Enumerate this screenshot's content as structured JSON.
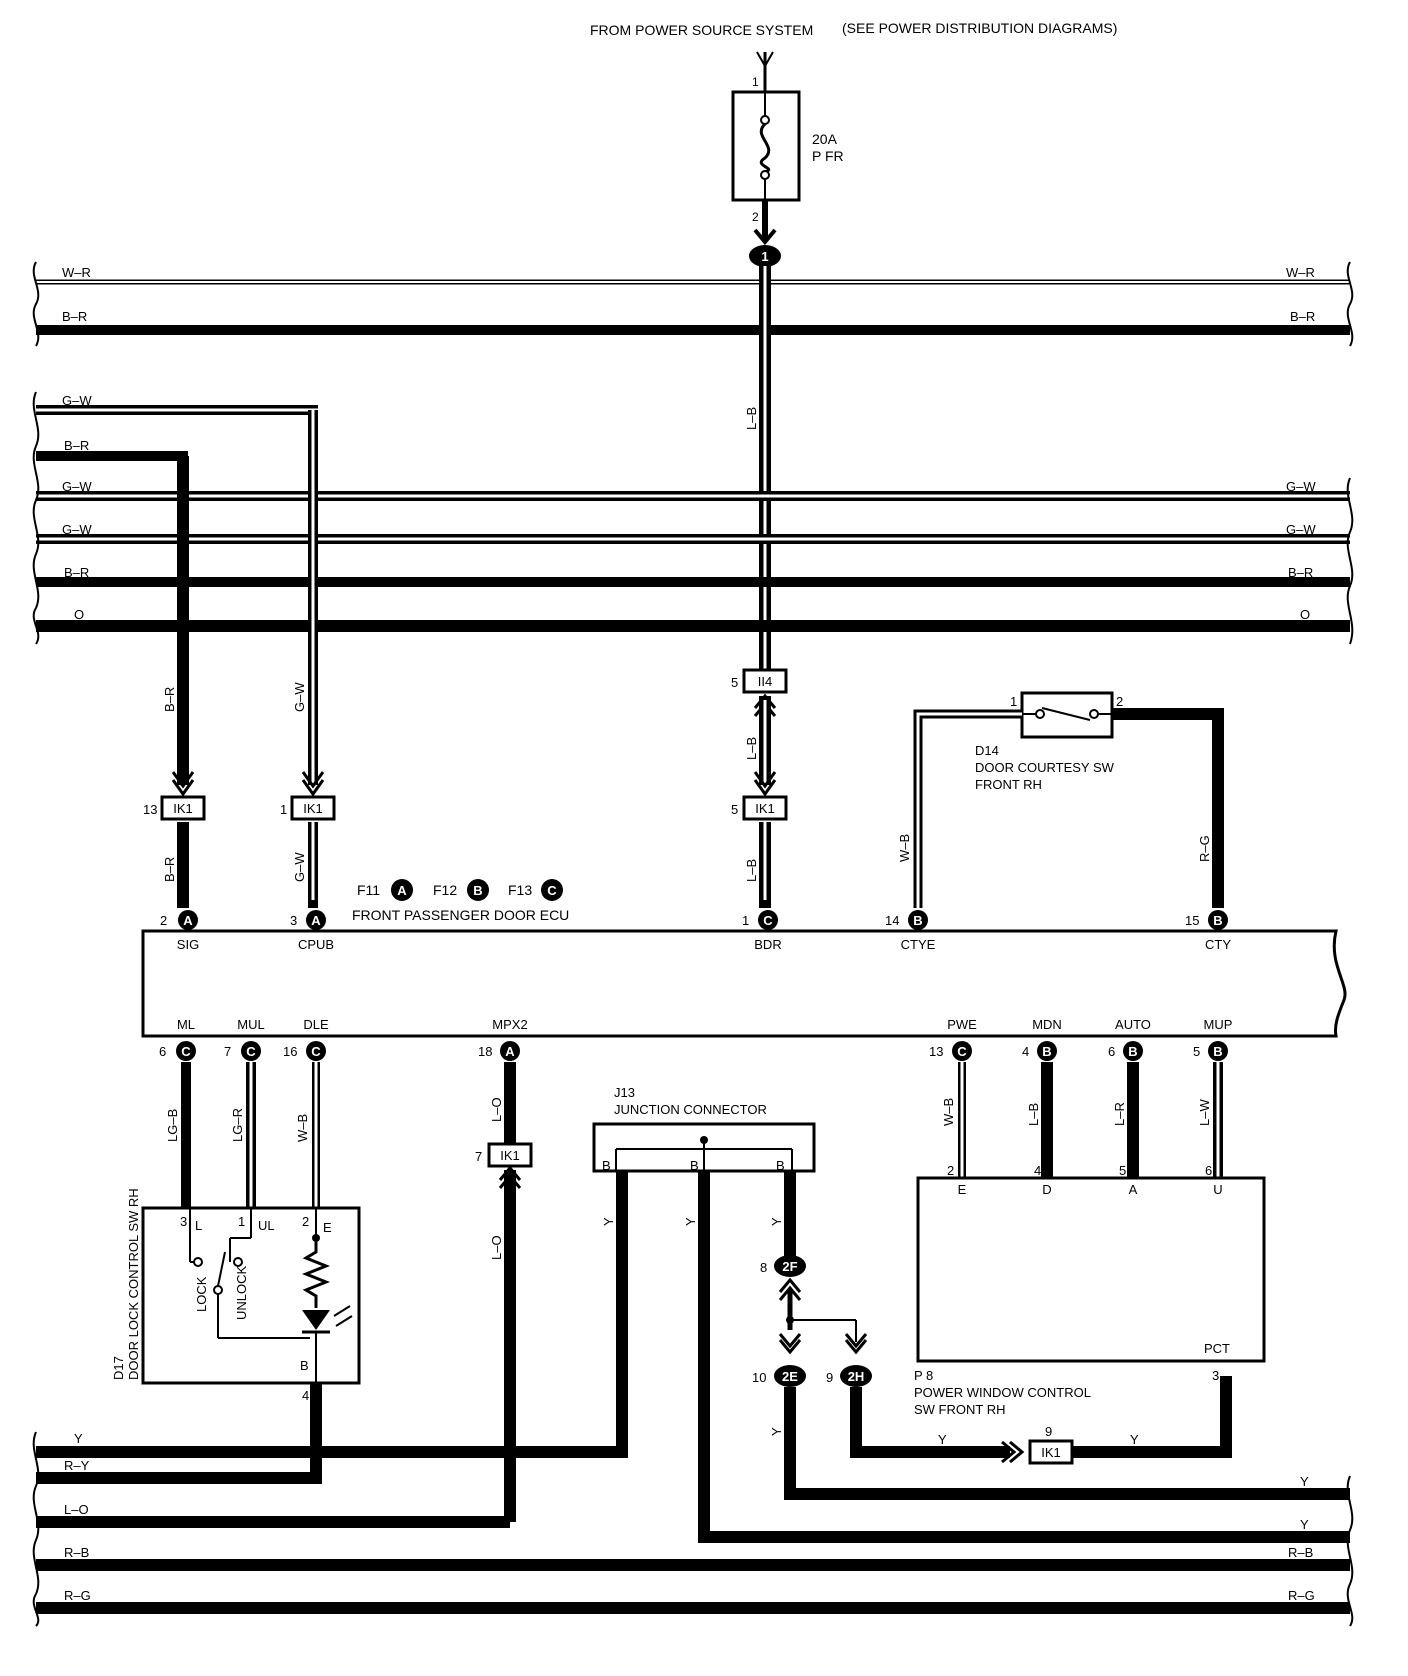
{
  "header": {
    "source_text": "FROM POWER SOURCE SYSTEM",
    "source_note": "(SEE POWER DISTRIBUTION DIAGRAMS)"
  },
  "fuse": {
    "rating": "20A",
    "name": "P FR",
    "pin_in": "1",
    "pin_out": "2",
    "junction": "1"
  },
  "bus_wires": {
    "top_left": [
      "W–R",
      "B–R"
    ],
    "top_right": [
      "W–R",
      "B–R"
    ],
    "mid_left": [
      "G–W",
      "B–R",
      "G–W",
      "G–W",
      "B–R",
      "O"
    ],
    "mid_right": [
      "G–W",
      "G–W",
      "B–R",
      "O"
    ],
    "bottom_left": [
      "Y",
      "R–Y",
      "L–O",
      "R–B",
      "R–G"
    ],
    "bottom_right": [
      "Y",
      "Y",
      "R–B",
      "R–G"
    ]
  },
  "ecu": {
    "refs": [
      {
        "code": "F11",
        "letter": "A"
      },
      {
        "code": "F12",
        "letter": "B"
      },
      {
        "code": "F13",
        "letter": "C"
      }
    ],
    "name": "FRONT PASSENGER DOOR ECU",
    "top_pins": [
      {
        "num": "2",
        "conn": "A",
        "label": "SIG",
        "wire_upper": "B–R",
        "wire_lower": "B–R",
        "ik_pin": "13",
        "ik": "IK1"
      },
      {
        "num": "3",
        "conn": "A",
        "label": "CPUB",
        "wire_upper": "G–W",
        "wire_lower": "G–W",
        "ik_pin": "1",
        "ik": "IK1"
      },
      {
        "num": "1",
        "conn": "C",
        "label": "BDR",
        "wire_upper": "L–B",
        "wire_mid": "L–B",
        "wire_lower": "L–B",
        "ii_pin": "5",
        "ii": "II4",
        "ik_pin": "5",
        "ik": "IK1"
      },
      {
        "num": "14",
        "conn": "B",
        "label": "CTYE",
        "wire": "W–B"
      },
      {
        "num": "15",
        "conn": "B",
        "label": "CTY",
        "wire": "R–G"
      }
    ],
    "bottom_pins": [
      {
        "num": "6",
        "conn": "C",
        "label": "ML",
        "wire": "LG–B"
      },
      {
        "num": "7",
        "conn": "C",
        "label": "MUL",
        "wire": "LG–R"
      },
      {
        "num": "16",
        "conn": "C",
        "label": "DLE",
        "wire": "W–B"
      },
      {
        "num": "18",
        "conn": "A",
        "label": "MPX2",
        "wire_upper": "L–O",
        "wire_lower": "L–O",
        "ik_pin": "7",
        "ik": "IK1"
      },
      {
        "num": "13",
        "conn": "C",
        "label": "PWE",
        "wire": "W–B"
      },
      {
        "num": "4",
        "conn": "B",
        "label": "MDN",
        "wire": "L–B"
      },
      {
        "num": "6",
        "conn": "B",
        "label": "AUTO",
        "wire": "L–R"
      },
      {
        "num": "5",
        "conn": "B",
        "label": "MUP",
        "wire": "L–W"
      }
    ]
  },
  "d14": {
    "code": "D14",
    "name_line1": "DOOR COURTESY SW",
    "name_line2": "FRONT RH",
    "pin1": "1",
    "pin2": "2"
  },
  "d17": {
    "code": "D17",
    "name": "DOOR LOCK CONTROL SW RH",
    "pins": {
      "l": "3",
      "ul": "1",
      "e": "2",
      "b": "4"
    },
    "terminals": {
      "l": "L",
      "ul": "UL",
      "e": "E",
      "b": "B"
    },
    "lock": "LOCK",
    "unlock": "UNLOCK"
  },
  "j13": {
    "code": "J13",
    "name": "JUNCTION CONNECTOR",
    "terminals": [
      "B",
      "B",
      "B"
    ],
    "wires": [
      "Y",
      "Y",
      "Y"
    ]
  },
  "connectors_2": {
    "c2f": {
      "pin": "8",
      "name": "2F"
    },
    "c2e": {
      "pin": "10",
      "name": "2E"
    },
    "c2h": {
      "pin": "9",
      "name": "2H"
    },
    "wire_2e": "Y",
    "wire_2h_left": "Y",
    "wire_2h_right": "Y",
    "ik_pin": "9",
    "ik": "IK1"
  },
  "p8": {
    "code": "P 8",
    "name_line1": "POWER WINDOW CONTROL",
    "name_line2": "SW FRONT RH",
    "terms": [
      {
        "pin": "2",
        "label": "E"
      },
      {
        "pin": "4",
        "label": "D"
      },
      {
        "pin": "5",
        "label": "A"
      },
      {
        "pin": "6",
        "label": "U"
      }
    ],
    "pct": "PCT",
    "pct_pin": "3"
  }
}
